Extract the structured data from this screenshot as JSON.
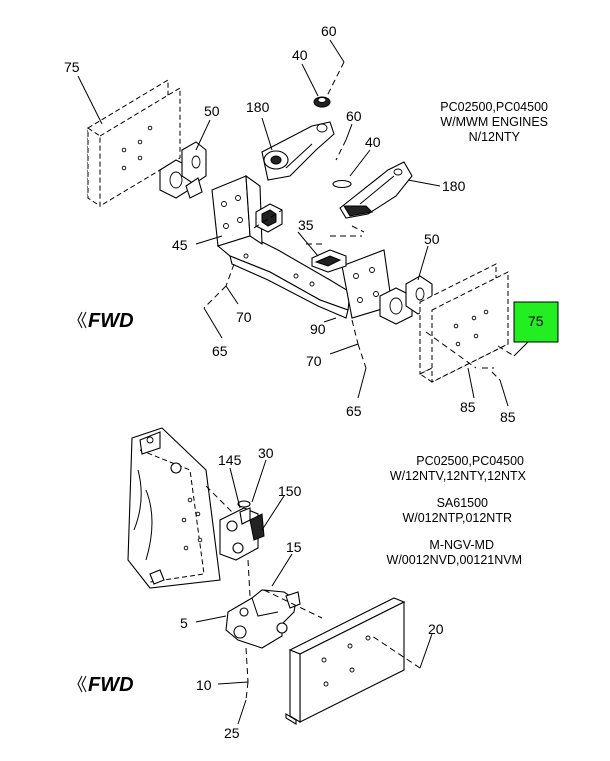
{
  "callouts": {
    "c75_top": "75",
    "c50_top": "50",
    "c40_top": "40",
    "c60_top": "60",
    "c180_top": "180",
    "c60_mid": "60",
    "c40_mid": "40",
    "c180_mid": "180",
    "c45": "45",
    "c35": "35",
    "c50_mid": "50",
    "c70_left": "70",
    "c65_left": "65",
    "c90": "90",
    "c70_mid": "70",
    "c65_mid": "65",
    "c75_hl": "75",
    "c85_a": "85",
    "c85_b": "85",
    "c145": "145",
    "c30": "30",
    "c150": "150",
    "c15": "15",
    "c5": "5",
    "c20": "20",
    "c10": "10",
    "c25": "25"
  },
  "notes": {
    "top_line1": "PC02500,PC04500",
    "top_line2": "W/MWM ENGINES",
    "top_line3": "N/12NTY",
    "bot_line1": "PC02500,PC04500",
    "bot_line2": "W/12NTV,12NTY,12NTX",
    "bot_line3": "SA61500",
    "bot_line4": "W/012NTP,012NTR",
    "bot_line5": "M-NGV-MD",
    "bot_line6": "W/0012NVD,00121NVM"
  },
  "fwd": {
    "top": "FWD",
    "bottom": "FWD"
  },
  "colors": {
    "highlight": "#22ee22",
    "line": "#000000",
    "background": "#ffffff"
  }
}
